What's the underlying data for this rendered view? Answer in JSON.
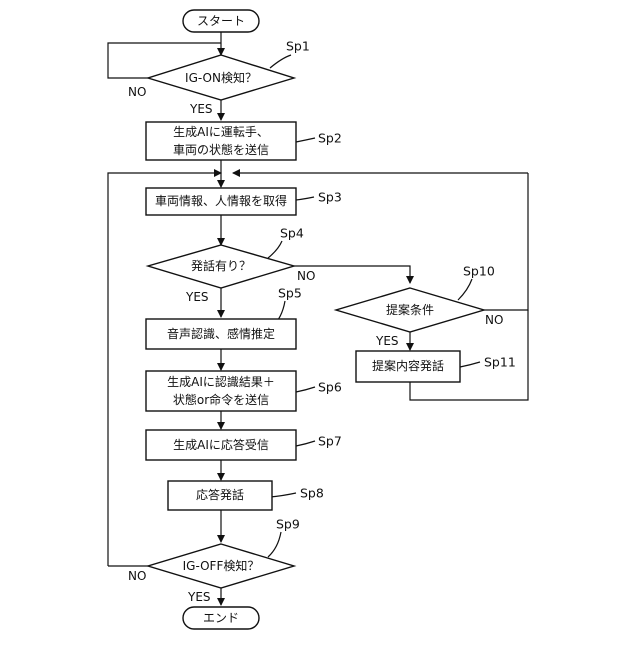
{
  "flowchart": {
    "start": "スタート",
    "end": "エンド",
    "yes": "YES",
    "no": "NO",
    "nodes": {
      "ig_on": "IG-ON検知？",
      "send_state_line1": "生成AIに運転手、",
      "send_state_line2": "車両の状態を送信",
      "get_info": "車両情報、人情報を取得",
      "speech_q": "発話有り？",
      "voice_recog": "音声認識、感情推定",
      "send_result_line1": "生成AIに認識結果＋",
      "send_result_line2": "状態or命令を送信",
      "receive": "生成AIに応答受信",
      "reply": "応答発話",
      "ig_off": "IG-OFF検知？",
      "proposal_cond": "提案条件",
      "proposal_speech": "提案内容発話"
    },
    "steps": {
      "sp1": "Sp1",
      "sp2": "Sp2",
      "sp3": "Sp3",
      "sp4": "Sp4",
      "sp5": "Sp5",
      "sp6": "Sp6",
      "sp7": "Sp7",
      "sp8": "Sp8",
      "sp9": "Sp9",
      "sp10": "Sp10",
      "sp11": "Sp11"
    }
  }
}
